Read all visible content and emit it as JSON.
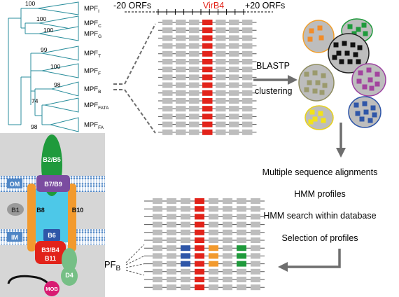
{
  "tree": {
    "labels": [
      {
        "base": "MPF",
        "sub": "I"
      },
      {
        "base": "MPF",
        "sub": "C"
      },
      {
        "base": "MPF",
        "sub": "G"
      },
      {
        "base": "MPF",
        "sub": "T"
      },
      {
        "base": "MPF",
        "sub": "F"
      },
      {
        "base": "MPF",
        "sub": "B"
      },
      {
        "base": "MPF",
        "sub": "FATA"
      },
      {
        "base": "MPF",
        "sub": "FA"
      }
    ],
    "bootstraps": [
      "100",
      "100",
      "100",
      "99",
      "100",
      "98",
      "74",
      "98"
    ],
    "color": "#2a8e9c"
  },
  "orf_axis": {
    "left": "-20 ORFs",
    "center": "VirB4",
    "right": "+20 ORFs",
    "center_color": "#e2231a"
  },
  "steps": {
    "blastp": "BLASTP",
    "clustering": "clustering",
    "msa": "Multiple sequence alignments",
    "hmm_profiles": "HMM profiles",
    "hmm_search": "HMM search within database",
    "selection": "Selection of profiles"
  },
  "mpf_b_label": {
    "base": "MPF",
    "sub": "B"
  },
  "membrane_model": {
    "om": "OM",
    "im": "IM",
    "b1": "B1",
    "b2b5": "B2/B5",
    "b7b9": "B7/B9",
    "b8": "B8",
    "b10": "B10",
    "b6": "B6",
    "b3b4": "B3/B4",
    "b11": "B11",
    "d4": "D4",
    "mob": "MOB"
  },
  "colors": {
    "gene_gray": "#bdbdbd",
    "virb4_red": "#e2231a",
    "arrow_gray": "#6e6e6e",
    "membrane_blue": "#4f86c6",
    "b2b5_green": "#1f9a3c",
    "b7b9_purple": "#7b4ca0",
    "b8b10_orange": "#f29a2e",
    "b6_blue": "#2f56a8",
    "d4_green": "#76bf86",
    "mob_pink": "#d81b72"
  },
  "clusters": [
    {
      "fill": "#bdbdbd",
      "border": "#f0a030",
      "square": "#f28c28"
    },
    {
      "fill": "#bdbdbd",
      "border": "#1f9a3c",
      "square": "#1f9a3c"
    },
    {
      "fill": "#bdbdbd",
      "border": "#222222",
      "square": "#111111"
    },
    {
      "fill": "#bdbdbd",
      "border": "#8e8c5e",
      "square": "#9b9a6d"
    },
    {
      "fill": "#bdbdbd",
      "border": "#9b3fa0",
      "square": "#a2449e"
    },
    {
      "fill": "#bdbdbd",
      "border": "#e8d21a",
      "square": "#f2e21a"
    },
    {
      "fill": "#bdbdbd",
      "border": "#2f56a8",
      "square": "#2f56a8"
    }
  ]
}
